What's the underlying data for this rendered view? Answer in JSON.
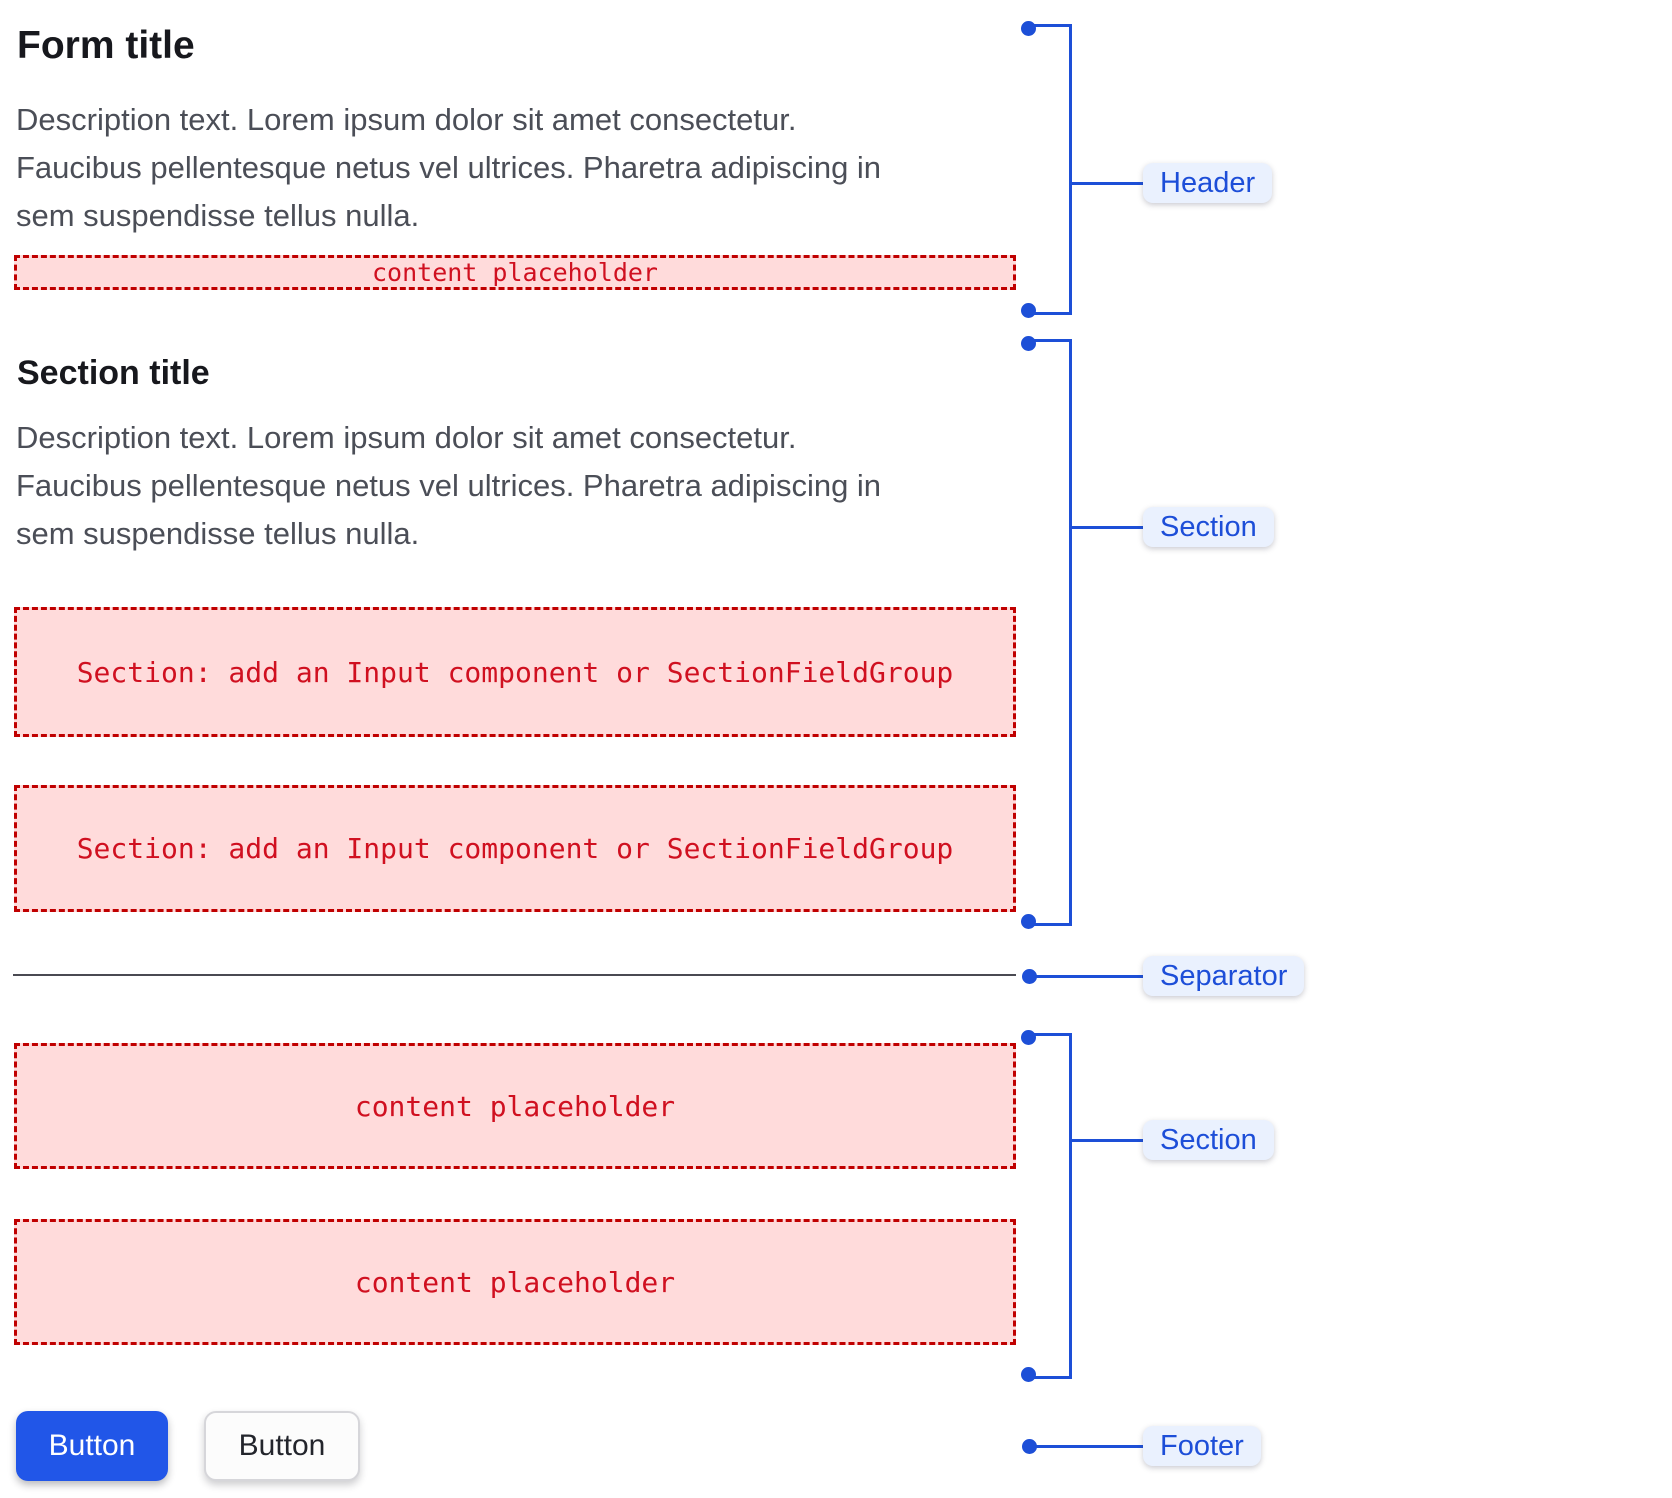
{
  "form": {
    "header": {
      "title": "Form title",
      "description_lines": [
        "Description text. Lorem ipsum dolor sit amet consectetur.",
        "Faucibus pellentesque netus vel ultrices. Pharetra adipiscing in",
        "sem suspendisse tellus nulla."
      ],
      "placeholder": "content placeholder"
    },
    "section_1": {
      "title": "Section title",
      "description_lines": [
        "Description text. Lorem ipsum dolor sit amet consectetur.",
        "Faucibus pellentesque netus vel ultrices. Pharetra adipiscing in",
        "sem suspendisse tellus nulla."
      ],
      "placeholder_1": "Section: add an Input component or SectionFieldGroup",
      "placeholder_2": "Section: add an Input component or SectionFieldGroup"
    },
    "section_2": {
      "placeholder_1": "content placeholder",
      "placeholder_2": "content placeholder"
    },
    "footer": {
      "primary_button_label": "Button",
      "secondary_button_label": "Button"
    }
  },
  "annotations": {
    "header_label": "Header",
    "section_1_label": "Section",
    "separator_label": "Separator",
    "section_2_label": "Section",
    "footer_label": "Footer"
  },
  "colors": {
    "annotation_blue": "#1d4fd7",
    "annotation_pill_bg": "#eaf1fe",
    "annotation_pill_text": "#1d4ed8",
    "placeholder_bg": "#ffdbdb",
    "placeholder_border": "#c00000",
    "placeholder_text": "#d01020",
    "primary_button_bg": "#2156e8",
    "secondary_button_bg": "#fcfcfc",
    "title_text": "#17181d",
    "description_text": "#4b4e57",
    "separator_line": "#4a4a52"
  }
}
